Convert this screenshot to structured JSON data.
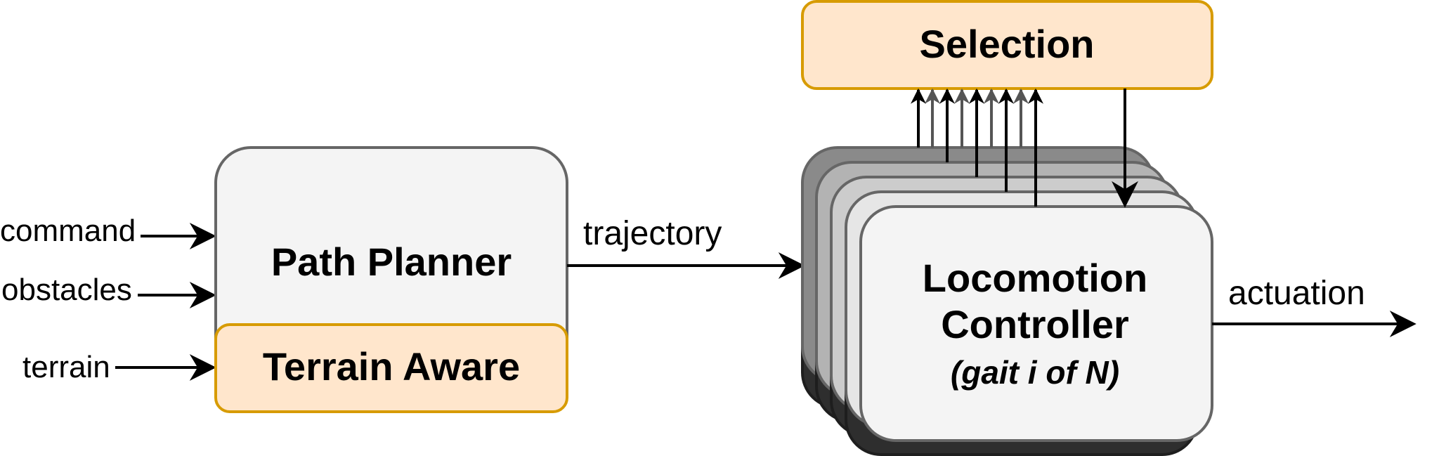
{
  "colors": {
    "box_fill": "#f4f4f4",
    "box_stroke": "#666666",
    "highlight_fill": "#ffe6cc",
    "highlight_stroke": "#d79b00",
    "stack_fills": [
      "#2e2e2e",
      "#8a8a8a",
      "#b3b3b3",
      "#cccccc",
      "#e6e6e6"
    ],
    "arrow": "#000000"
  },
  "inputs": {
    "command": "command",
    "obstacles": "obstacles",
    "terrain": "terrain"
  },
  "path_planner": {
    "title": "Path Planner",
    "module": "Terrain Aware"
  },
  "edges": {
    "trajectory": "trajectory",
    "actuation": "actuation"
  },
  "selection": {
    "title": "Selection"
  },
  "locomotion": {
    "title_line1": "Locomotion",
    "title_line2": "Controller",
    "subtitle": "(gait i of N)"
  }
}
